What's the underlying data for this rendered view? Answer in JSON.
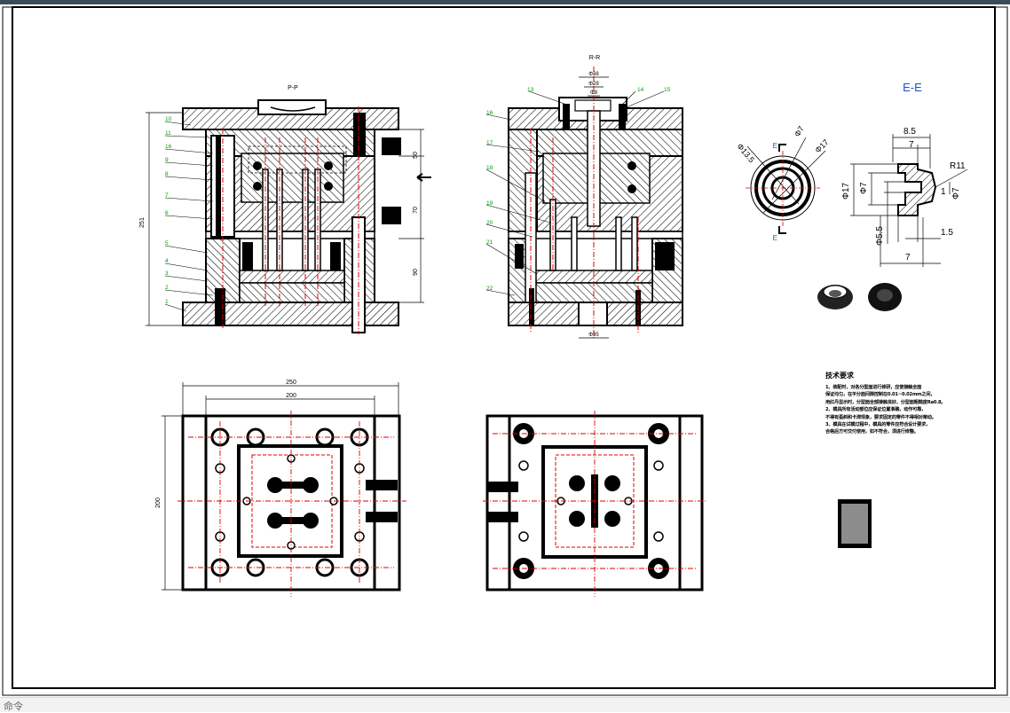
{
  "views": {
    "pp": {
      "title": "P-P",
      "balloons": [
        "10",
        "11",
        "16",
        "9",
        "8",
        "7",
        "6",
        "5",
        "4",
        "3",
        "2",
        "1"
      ],
      "dims": [
        "251",
        "50",
        "70",
        "90"
      ]
    },
    "rr": {
      "title": "R-R",
      "balloons": [
        "13",
        "14",
        "15",
        "16",
        "17",
        "18",
        "19",
        "20",
        "21",
        "22"
      ],
      "dims": [
        "Φ38",
        "Φ28",
        "Φ8",
        "Φ35"
      ]
    },
    "ee": {
      "title": "E-E",
      "section_mark": "E",
      "dims": [
        "Φ13.5",
        "Φ7",
        "Φ17",
        "8.5",
        "7",
        "R11",
        "Φ17",
        "Φ7",
        "Φ5.5",
        "1",
        "Φ7",
        "1.5",
        "7"
      ]
    },
    "plan_left": {
      "dims": [
        "250",
        "200",
        "200"
      ]
    }
  },
  "tech_requirements": {
    "title": "技术要求",
    "lines": [
      "1、装配时，对各分型面进行修研，应使接触全面",
      "保证均匀，在平分面间隙控制在0.01~0.02mm之间，",
      "用红丹显示时，分型面全部接触良好，分型面粗糙度Ra0.8。",
      "2、模具所有活动部位应保证位置准确，动作可靠，",
      "不得有歪斜和卡滞现象，要求固定的零件不得相对窜动。",
      "3、模具在试模过程中，模具的零件应符合设计要求，",
      "合格后方可交付使用，如不符合，须进行修整。"
    ]
  },
  "status": {
    "command_prompt": "命令"
  },
  "colors": {
    "line": "#000000",
    "center": "#e00000",
    "leader": "#00a000",
    "title_blue": "#1f4fd1",
    "frame_bg": "#ffffff"
  }
}
